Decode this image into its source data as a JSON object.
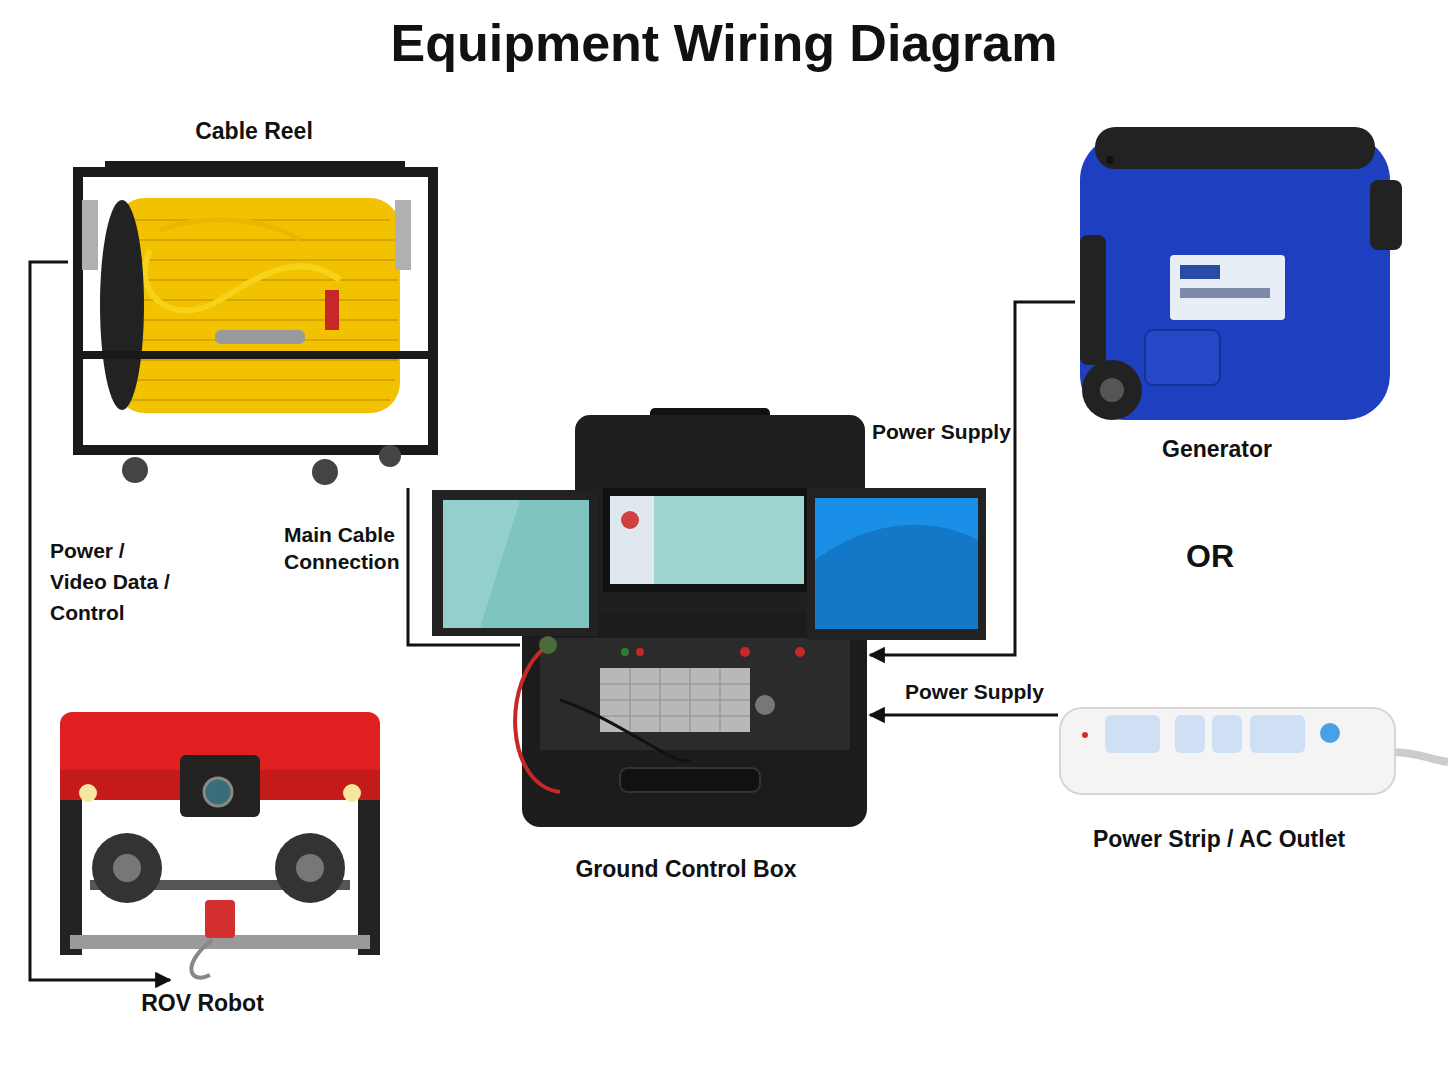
{
  "diagram": {
    "title": "Equipment Wiring Diagram",
    "nodes": [
      {
        "text": [
          "Cable Reel"
        ]
      },
      {
        "text": [
          "Generator"
        ]
      },
      {
        "text": [
          "Ground Control Box"
        ]
      },
      {
        "text": [
          "ROV Robot"
        ]
      },
      {
        "text": [
          "Power Strip / AC Outlet"
        ]
      }
    ],
    "edges": [
      {
        "from": 0,
        "to": 3,
        "label": "Power / Video Data / Control",
        "arrow": "to"
      },
      {
        "from": 0,
        "to": 2,
        "label": "Main Cable Connection",
        "arrow": "none"
      },
      {
        "from": 1,
        "to": 2,
        "label": "Power Supply",
        "arrow": "to"
      },
      {
        "from": 4,
        "to": 2,
        "label": "Power Supply",
        "arrow": "to"
      }
    ],
    "labels": [
      "OR"
    ]
  }
}
